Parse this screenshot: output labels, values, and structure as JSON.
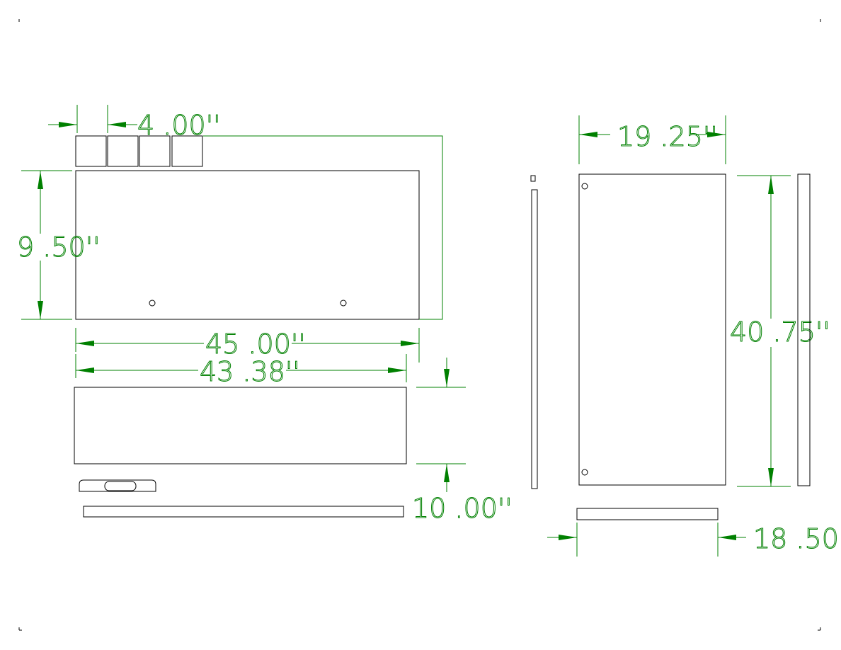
{
  "colors": {
    "dimension": "#008000",
    "part_outline": "#000000",
    "background": "#ffffff"
  },
  "dimensions": {
    "tab_width": "4 .00''",
    "panel_height": "9 .50''",
    "overall_width": "45 .00''",
    "base_width": "43 .38''",
    "base_depth": "10 .00''",
    "side_width": "19 .25''",
    "side_height": "40 .75''",
    "bottom_width": "18 .50"
  }
}
